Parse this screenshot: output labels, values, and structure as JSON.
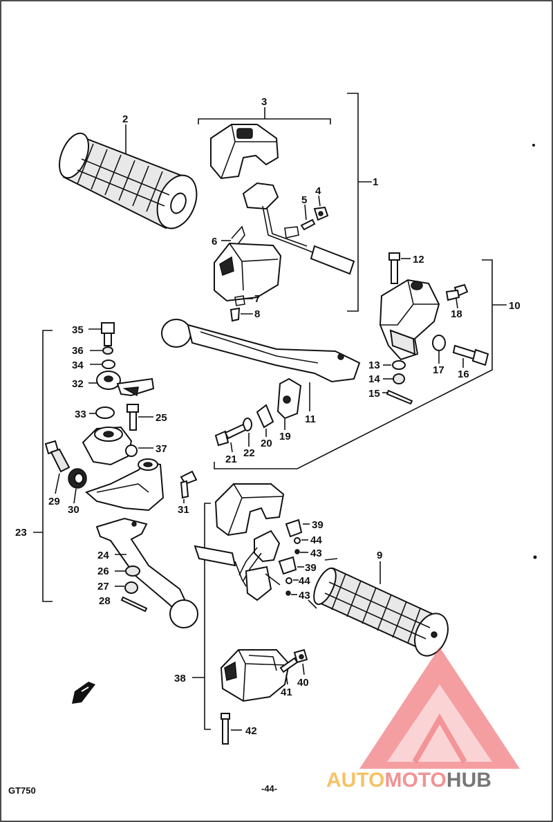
{
  "footer": {
    "model": "GT750",
    "page_number": "-44-"
  },
  "watermark": {
    "text_a": "AUTO",
    "text_b": "MOTO",
    "text_c": "HUB",
    "color_accent": "#f5a623",
    "color_red": "#e8383d",
    "color_dark": "#555555"
  },
  "labels": [
    "1",
    "2",
    "3",
    "4",
    "5",
    "6",
    "7",
    "8",
    "9",
    "10",
    "11",
    "12",
    "13",
    "14",
    "15",
    "16",
    "17",
    "18",
    "19",
    "20",
    "21",
    "22",
    "23",
    "24",
    "25",
    "26",
    "27",
    "28",
    "29",
    "30",
    "31",
    "32",
    "33",
    "34",
    "35",
    "36",
    "37",
    "38",
    "39",
    "39",
    "40",
    "41",
    "42",
    "43",
    "43",
    "44",
    "44"
  ]
}
